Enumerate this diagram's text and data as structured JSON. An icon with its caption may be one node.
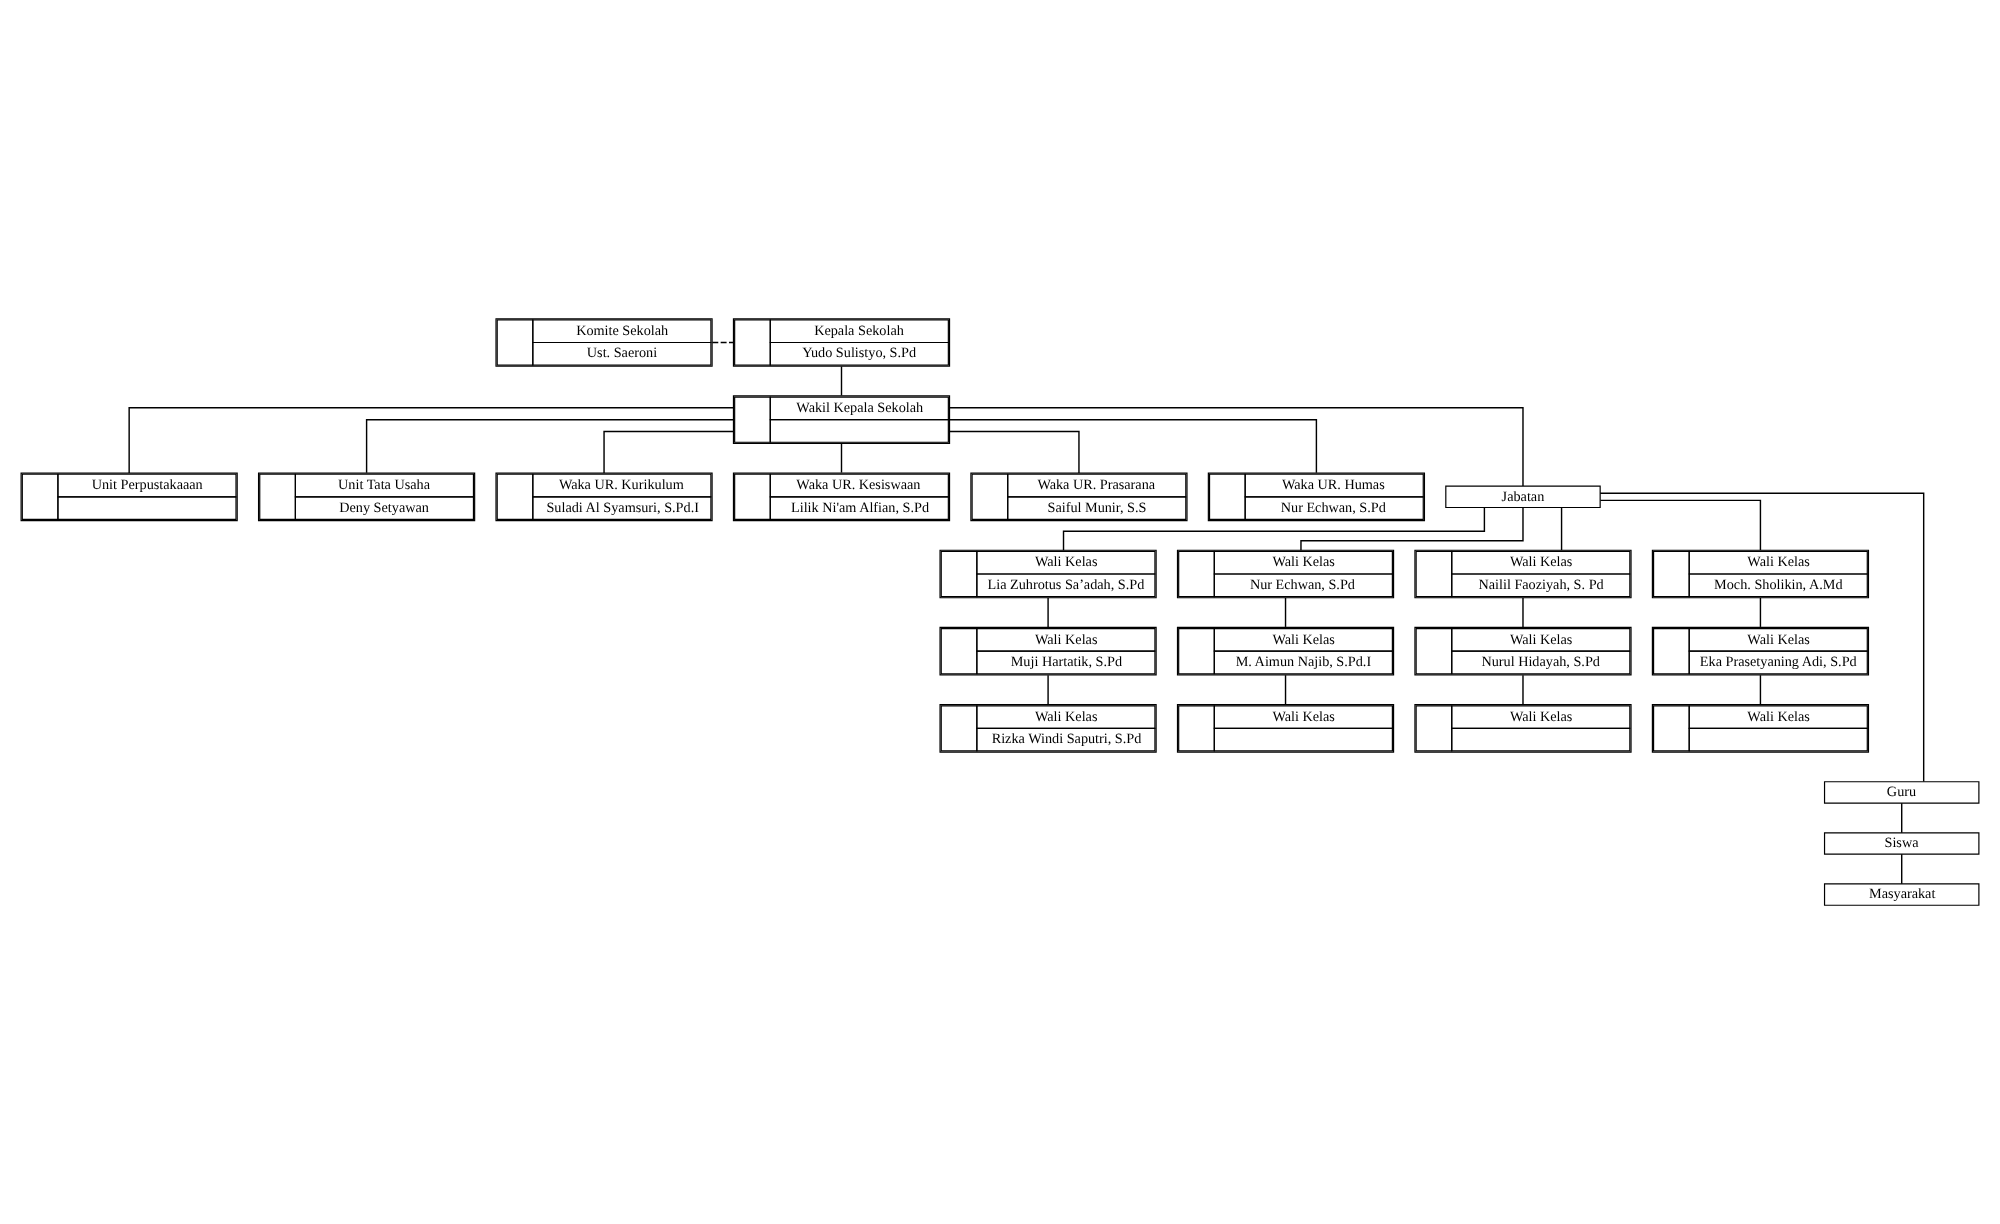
{
  "diagram": {
    "nodes": [
      {
        "text": [
          "Komite Sekolah",
          "Ust. Saeroni"
        ]
      },
      {
        "text": [
          "Kepala Sekolah",
          "Yudo Sulistyo, S.Pd"
        ]
      },
      {
        "text": [
          "Wakil Kepala Sekolah"
        ]
      },
      {
        "text": [
          "Unit Perpustakaaan"
        ]
      },
      {
        "text": [
          "Unit Tata Usaha",
          "Deny Setyawan"
        ]
      },
      {
        "text": [
          "Waka UR. Kurikulum",
          "Suladi Al Syamsuri, S.Pd.I"
        ]
      },
      {
        "text": [
          "Waka UR. Kesiswaan",
          "Lilik Ni'am Alfian, S.Pd"
        ]
      },
      {
        "text": [
          "Waka UR. Prasarana",
          "Saiful Munir, S.S"
        ]
      },
      {
        "text": [
          "Waka UR. Humas",
          "Nur Echwan, S.Pd"
        ]
      },
      {
        "text": [
          "Jabatan"
        ]
      },
      {
        "text": [
          "Wali Kelas",
          "Lia Zuhrotus Sa’adah, S.Pd"
        ]
      },
      {
        "text": [
          "Wali Kelas",
          "Muji Hartatik, S.Pd"
        ]
      },
      {
        "text": [
          "Wali Kelas",
          "Rizka Windi Saputri, S.Pd"
        ]
      },
      {
        "text": [
          "Wali Kelas",
          "Nur Echwan, S.Pd"
        ]
      },
      {
        "text": [
          "Wali Kelas",
          "M. Aimun Najib, S.Pd.I"
        ]
      },
      {
        "text": [
          "Wali Kelas"
        ]
      },
      {
        "text": [
          "Wali Kelas",
          "Nailil Faoziyah, S. Pd"
        ]
      },
      {
        "text": [
          "Wali Kelas",
          "Nurul Hidayah, S.Pd"
        ]
      },
      {
        "text": [
          "Wali Kelas"
        ]
      },
      {
        "text": [
          "Wali Kelas",
          "Moch. Sholikin, A.Md"
        ]
      },
      {
        "text": [
          "Wali Kelas",
          "Eka Prasetyaning Adi, S.Pd"
        ]
      },
      {
        "text": [
          "Wali Kelas"
        ]
      },
      {
        "text": [
          "Guru"
        ]
      },
      {
        "text": [
          "Siswa"
        ]
      },
      {
        "text": [
          "Masyarakat"
        ]
      }
    ],
    "edges": [
      {
        "from": 0,
        "to": 1,
        "arrow": "none",
        "style": "dashed"
      },
      {
        "from": 1,
        "to": 2,
        "arrow": "none"
      },
      {
        "from": 2,
        "to": 3,
        "arrow": "none"
      },
      {
        "from": 2,
        "to": 4,
        "arrow": "none"
      },
      {
        "from": 2,
        "to": 5,
        "arrow": "none"
      },
      {
        "from": 2,
        "to": 6,
        "arrow": "none"
      },
      {
        "from": 2,
        "to": 7,
        "arrow": "none"
      },
      {
        "from": 2,
        "to": 8,
        "arrow": "none"
      },
      {
        "from": 2,
        "to": 9,
        "arrow": "none"
      },
      {
        "from": 9,
        "to": 10,
        "arrow": "none"
      },
      {
        "from": 9,
        "to": 13,
        "arrow": "none"
      },
      {
        "from": 9,
        "to": 16,
        "arrow": "none"
      },
      {
        "from": 9,
        "to": 19,
        "arrow": "none"
      },
      {
        "from": 10,
        "to": 11,
        "arrow": "none"
      },
      {
        "from": 11,
        "to": 12,
        "arrow": "none"
      },
      {
        "from": 13,
        "to": 14,
        "arrow": "none"
      },
      {
        "from": 14,
        "to": 15,
        "arrow": "none"
      },
      {
        "from": 16,
        "to": 17,
        "arrow": "none"
      },
      {
        "from": 17,
        "to": 18,
        "arrow": "none"
      },
      {
        "from": 19,
        "to": 20,
        "arrow": "none"
      },
      {
        "from": 20,
        "to": 21,
        "arrow": "none"
      },
      {
        "from": 9,
        "to": 22,
        "arrow": "none"
      },
      {
        "from": 22,
        "to": 23,
        "arrow": "none"
      },
      {
        "from": 23,
        "to": 24,
        "arrow": "none"
      }
    ]
  }
}
